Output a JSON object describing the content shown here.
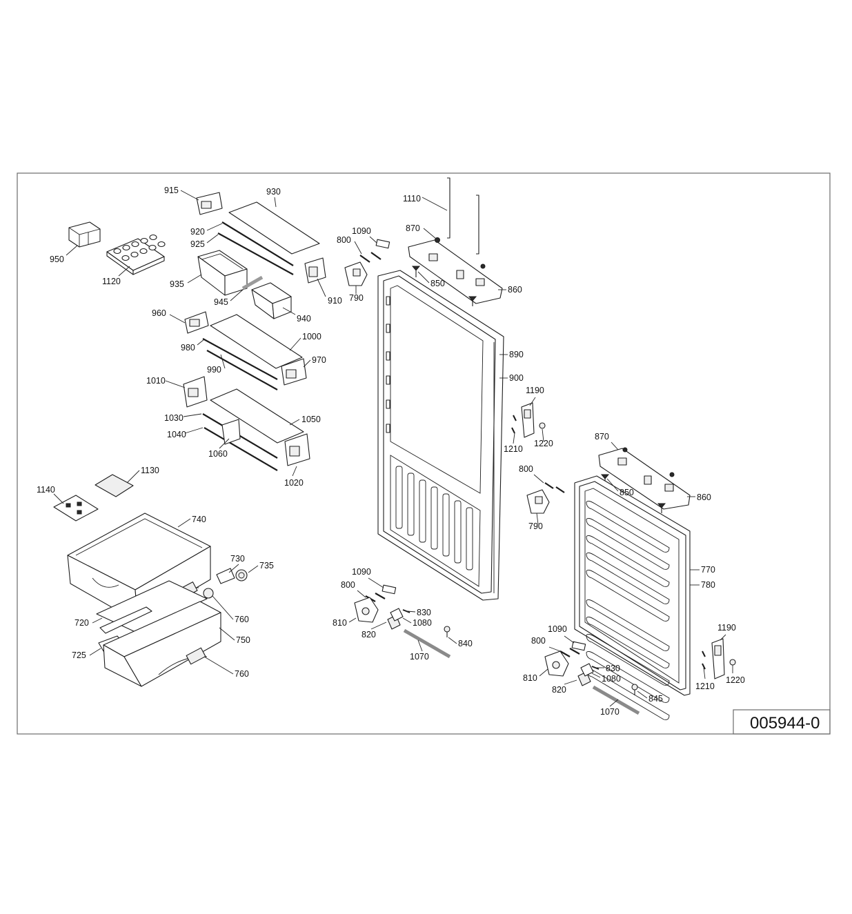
{
  "document_number": "005944-0",
  "callouts": [
    "915",
    "930",
    "950",
    "1120",
    "920",
    "925",
    "935",
    "945",
    "910",
    "940",
    "960",
    "980",
    "1000",
    "970",
    "990",
    "1010",
    "1030",
    "1040",
    "1060",
    "1050",
    "1020",
    "1130",
    "1140",
    "740",
    "730",
    "735",
    "720",
    "725",
    "760",
    "750",
    "760",
    "1110",
    "870",
    "1090",
    "800",
    "850",
    "790",
    "860",
    "890",
    "900",
    "1190",
    "1210",
    "1220",
    "1090",
    "800",
    "810",
    "820",
    "830",
    "1080",
    "840",
    "1070",
    "870",
    "800",
    "850",
    "860",
    "790",
    "770",
    "780",
    "1190",
    "1090",
    "800",
    "1210",
    "1220",
    "810",
    "830",
    "820",
    "1080",
    "845",
    "1070"
  ]
}
